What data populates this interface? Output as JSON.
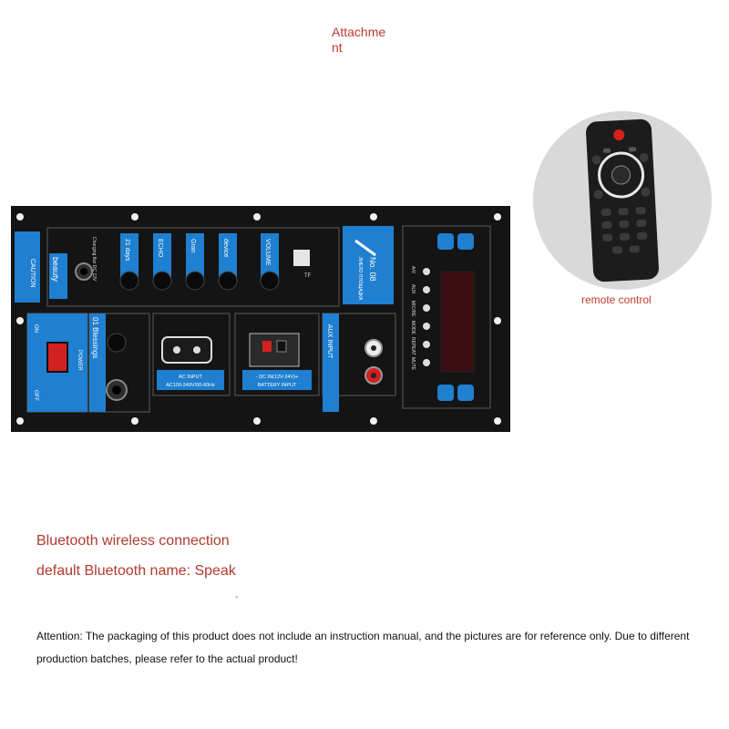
{
  "header": {
    "attachment_label": "Attachme\nnt"
  },
  "remote": {
    "label": "remote control"
  },
  "panel": {
    "knob_labels": [
      "21 days",
      "ECHO",
      "Gran",
      "device",
      "VOLUME"
    ],
    "beauty_label": "beauty",
    "caution_label": "CAUTION",
    "charge_label": "Charging Bar DC 12V",
    "usb_label": "TF",
    "mic_plate_label": "No. 08",
    "mic_plate_sub": "ЛИЕЛО ПЛОЩАДКА",
    "power_on": "ON",
    "power_off": "OFF",
    "power_label": "POWER",
    "blessings_label": "01 Blessings",
    "ac_input_line1": "AC INPUT",
    "ac_input_line2": "AC100-240V/50-60Hz",
    "dc_input_line1": "- DC IN(12V-24V)+",
    "dc_input_line2": "BATTERY INPUT",
    "aux_label": "AUX INPUT",
    "display_buttons": [
      "A/V",
      "AUX",
      "MIC/RE",
      "MODE",
      "REPEAT",
      "MUTE"
    ]
  },
  "text": {
    "bt_line1": "Bluetooth wireless connection",
    "bt_line2": "default Bluetooth name: Speak",
    "dash": "-",
    "attention": "Attention: The packaging of this product does not include an instruction manual, and the pictures are for reference only. Due to different production batches, please refer to the actual product!"
  },
  "colors": {
    "panel_bg": "#141414",
    "accent_blue": "#1f7fd0",
    "red_text": "#b03a2e",
    "power_switch": "#d32020"
  }
}
